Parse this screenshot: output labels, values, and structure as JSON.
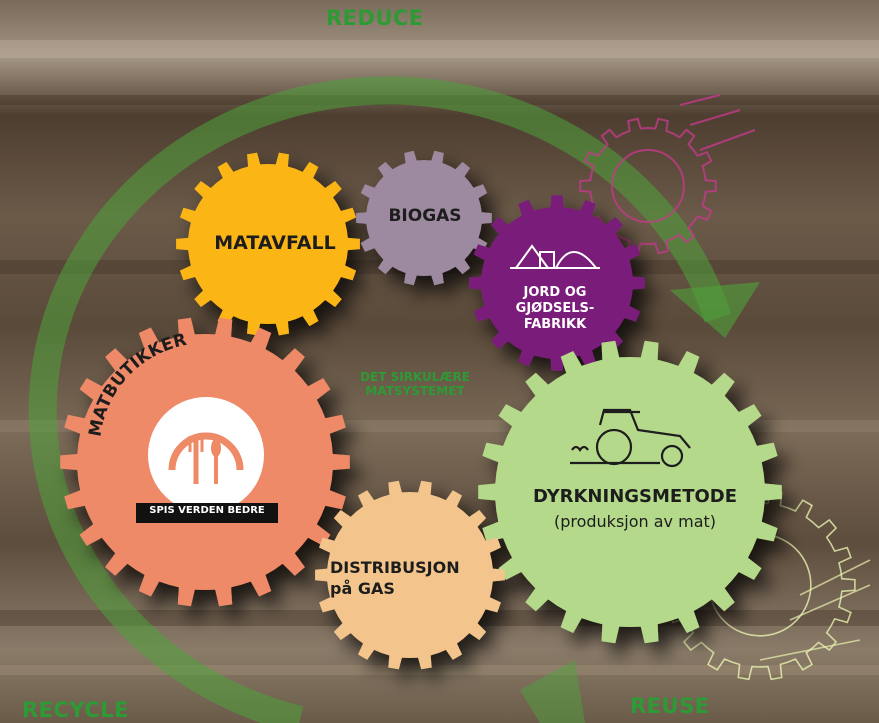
{
  "corners": {
    "reduce": "REDUCE",
    "recycle": "RECYCLE",
    "reuse": "REUSE"
  },
  "center_title": {
    "line1": "DET SIRKULÆRE",
    "line2": "MATSYSTEMET"
  },
  "gears": {
    "matavfall": {
      "label": "MATAVFALL",
      "color": "#fbb614"
    },
    "biogas": {
      "label": "BIOGAS",
      "color": "#9d8aa0"
    },
    "jord": {
      "line1": "JORD OG",
      "line2": "GJØDSELS-",
      "line3": "FABRIKK",
      "color": "#7a1f7a",
      "icon": "facility-icon"
    },
    "matbutikker": {
      "label": "MATBUTIKKER",
      "badge": "SPIS VERDEN BEDRE",
      "color": "#ef8a67",
      "icon": "plate-cutlery-icon"
    },
    "dyrking": {
      "title": "DYRKNINGSMETODE",
      "subtitle": "(produksjon av mat)",
      "color": "#b5d98a",
      "icon": "tractor-icon"
    },
    "distribusjon": {
      "line1": "DISTRIBUSJON",
      "line2": "på GAS",
      "color": "#f3c58c"
    }
  },
  "colors": {
    "arrow": "#4fa23b",
    "outline_gears": "#c23b8a"
  }
}
